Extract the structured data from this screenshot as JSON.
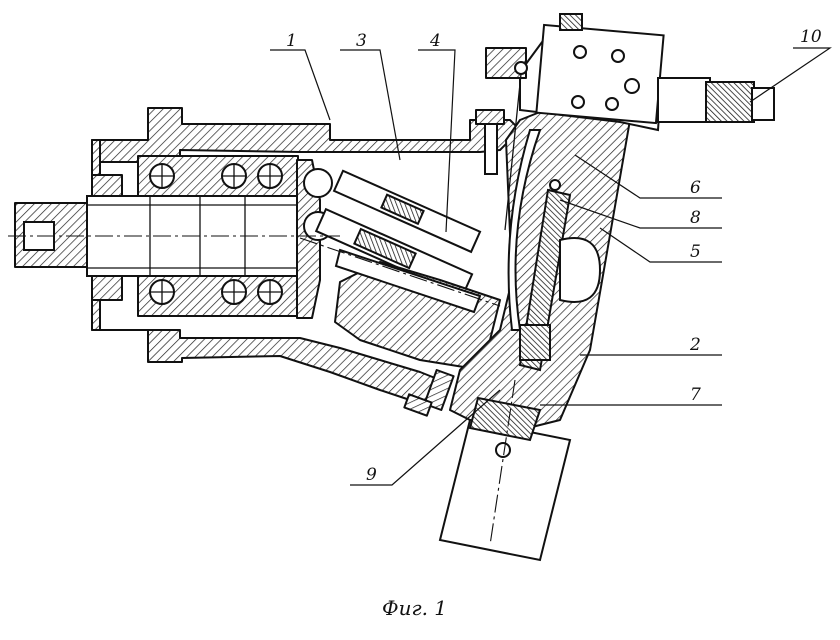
{
  "figure": {
    "caption": "Фиг. 1",
    "labels": [
      {
        "id": "1",
        "text": "1"
      },
      {
        "id": "3",
        "text": "3"
      },
      {
        "id": "4",
        "text": "4"
      },
      {
        "id": "10",
        "text": "10"
      },
      {
        "id": "6",
        "text": "6"
      },
      {
        "id": "8",
        "text": "8"
      },
      {
        "id": "5",
        "text": "5"
      },
      {
        "id": "2",
        "text": "2"
      },
      {
        "id": "7",
        "text": "7"
      },
      {
        "id": "9",
        "text": "9"
      }
    ]
  }
}
